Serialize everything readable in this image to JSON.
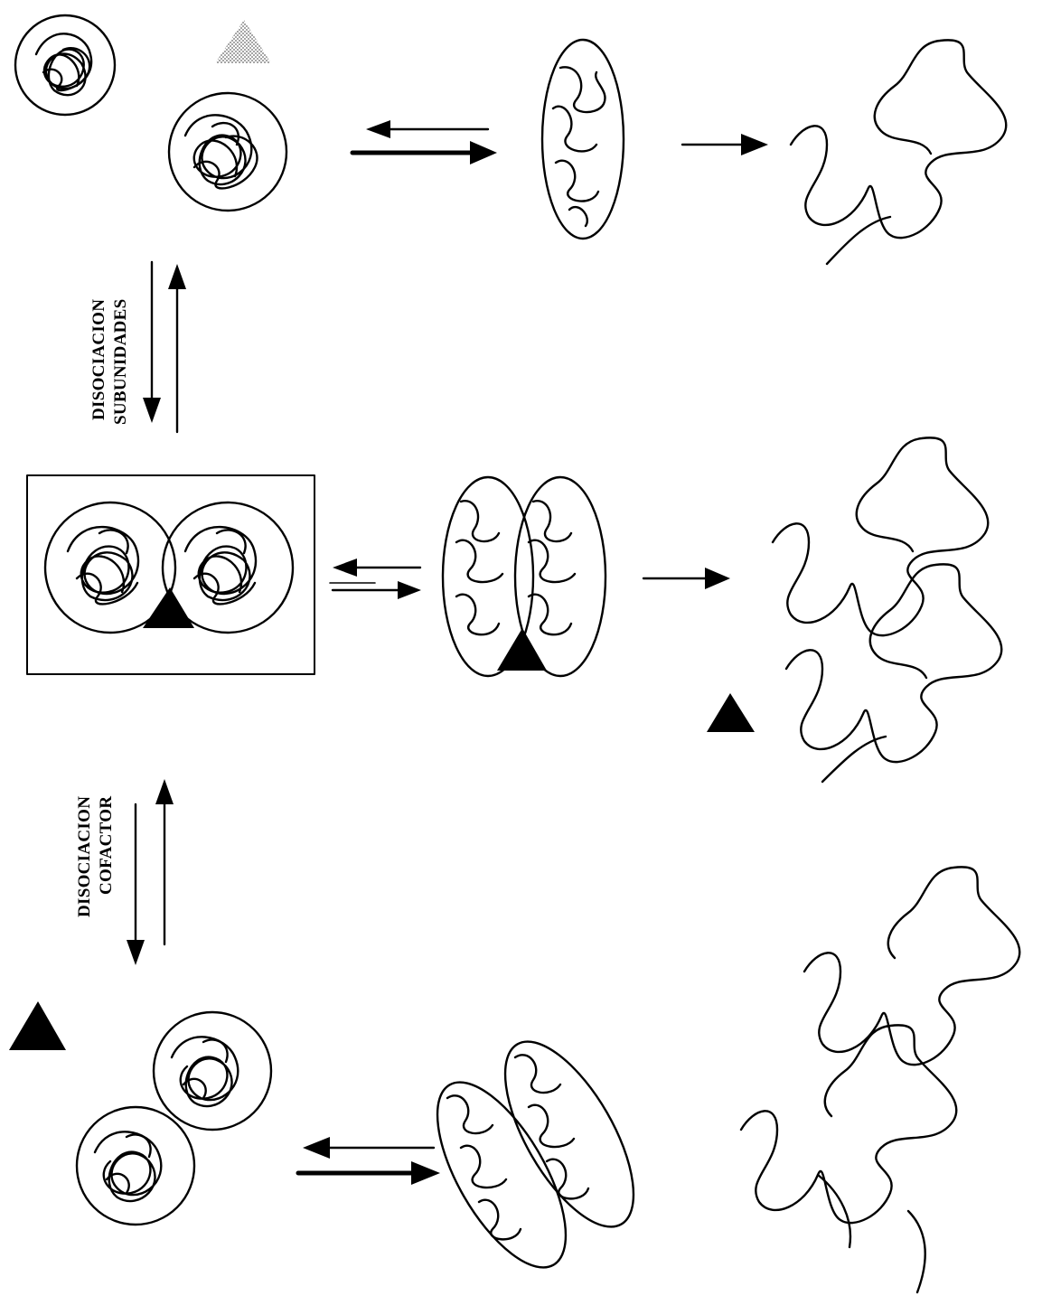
{
  "labels": {
    "subunit_dissociation": [
      "DISOCIACION",
      "SUBUNIDADES"
    ],
    "cofactor_dissociation": [
      "DISOCIACION",
      "COFACTOR"
    ]
  },
  "colors": {
    "ink": "#000000",
    "stippled_cofactor": "#9a9a9a",
    "frame": "#000000"
  },
  "states": {
    "top_row": [
      "native-monomer",
      "intermediate-monomer",
      "unfolded-monomer"
    ],
    "middle_row": [
      "native-dimer-with-cofactor",
      "intermediate-dimer-with-cofactor",
      "unfolded-dimer-with-free-cofactor"
    ],
    "bottom_row": [
      "native-dimer",
      "intermediate-dimer",
      "unfolded-dimer"
    ]
  }
}
